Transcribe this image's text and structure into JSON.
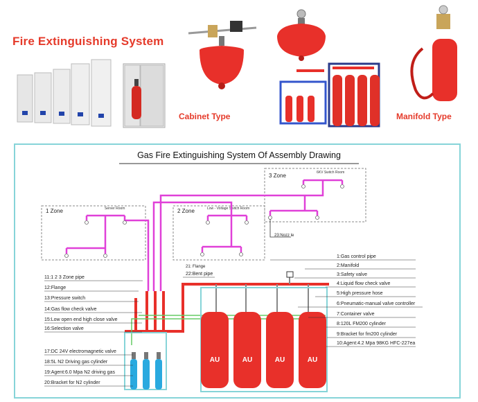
{
  "header": {
    "title": "Fire Extinguishing System",
    "cabinet_caption": "Cabinet Type",
    "manifold_caption": "Manifold Type"
  },
  "cabinet_logo": "AU",
  "diagram": {
    "title": "Gas Fire Extinguishing System Of Assembly Drawing",
    "zones": [
      {
        "label": "1 Zone",
        "room": "Server Room"
      },
      {
        "label": "2 Zone",
        "room": "Low - Voltage Switch Room"
      },
      {
        "label": "3 Zone",
        "room": "6KV Switch Room"
      }
    ],
    "nozzle_label": "23:Nozz le",
    "flange_label": "21: Flange",
    "bent_pipe_label": "22:Bent pipe",
    "left_labels": [
      "11:1 2 3 Zone pipe",
      "12:Flange",
      "13:Pressure switch",
      "14:Gas flow check valve",
      "15:Low open end high close valve",
      "16:Selection valve",
      "17:DC 24V electromagnetic valve",
      "18:5L N2 Driving gas cylinder",
      "19:Agent:6.0 Mpa N2 driving gas",
      "20:Bracket for N2 cylinder"
    ],
    "right_labels": [
      "1:Gas control pipe",
      "2:Manifold",
      "3:Safety valve",
      "4:Liquid flow check valve",
      "5:High pressure hose",
      "6:Pneumatic-manual valve controller",
      "7:Container valve",
      "8:120L FM200 cylinder",
      "9:Bracket for fm200 cylinder",
      "10:Agent:4.2 Mpa 98KG HFC-227ea"
    ],
    "cylinder_logo": "AU",
    "colors": {
      "pipe_red": "#e8302a",
      "zone_pipe": "#e040d8",
      "cylinder": "#e8302a",
      "frame": "#86d4d8",
      "n2_cylinder": "#29a9df"
    }
  }
}
